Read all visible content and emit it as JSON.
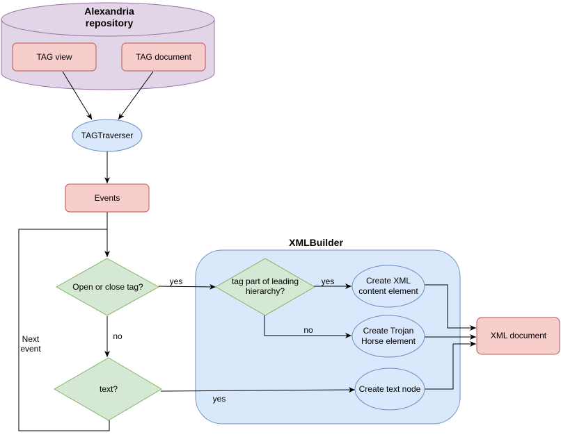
{
  "repository": {
    "title_line1": "Alexandria",
    "title_line2": "repository"
  },
  "nodes": {
    "tag_view": "TAG view",
    "tag_document": "TAG document",
    "tag_traverser": "TAGTraverser",
    "events": "Events",
    "open_close_line1": "Open or close tag?",
    "text_decision": "text?",
    "leading_line1": "tag part of leading",
    "leading_line2": "hierarchy?",
    "content_line1": "Create XML",
    "content_line2": "content element",
    "trojan_line1": "Create Trojan",
    "trojan_line2": "Horse element",
    "text_node": "Create text node",
    "xml_document": "XML document"
  },
  "group": {
    "title": "XMLBuilder"
  },
  "edge_labels": {
    "yes_open": "yes",
    "no_open": "no",
    "yes_leading": "yes",
    "no_leading": "no",
    "yes_text": "yes",
    "next_line1": "Next",
    "next_line2": "event"
  },
  "colors": {
    "repository_fill": "#e1d5e7",
    "repository_stroke": "#9673a6",
    "red_fill": "#f8cecc",
    "red_stroke": "#b85450",
    "blue_fill": "#dae8fc",
    "blue_stroke": "#6c8ebf",
    "green_fill": "#d5e8d4",
    "green_stroke": "#82b366"
  }
}
